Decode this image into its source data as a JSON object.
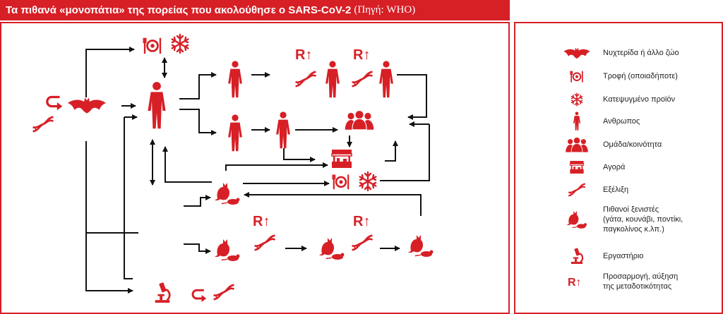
{
  "title": {
    "main": "Τα πιθανά «μονοπάτια» της πορείας που ακολούθησε ο SARS-CoV-2",
    "source": "(Πηγή: WHO)"
  },
  "nodes": {
    "adaptation_mark": "R↑"
  },
  "legend": {
    "items": [
      {
        "icon": "bat-icon",
        "label": "Νυχτερίδα ή άλλο ζώο"
      },
      {
        "icon": "food-plate-icon",
        "label": "Τροφή (οποιαδήποτε)"
      },
      {
        "icon": "snowflake-icon",
        "label": "Κατεψυγμένο προϊόν"
      },
      {
        "icon": "human-icon",
        "label": "Ανθρωπος"
      },
      {
        "icon": "group-icon",
        "label": "Ομάδα/κοινότητα"
      },
      {
        "icon": "market-icon",
        "label": "Αγορά"
      },
      {
        "icon": "dna-icon",
        "label": "Εξέλιξη"
      },
      {
        "icon": "host-animals-icon",
        "label": "Πιθανοί ξενιστές",
        "sub": "(γάτα, κουνάβι, ποντίκι, παγκολίνος κ.λπ.)"
      },
      {
        "icon": "microscope-icon",
        "label": "Εργαστήριο"
      },
      {
        "icon": "adaptation-icon",
        "label": "Προσαρμογή, αύξηση",
        "sub2": "της μεταδοτικότητας"
      }
    ]
  },
  "colors": {
    "accent": "#d71f26",
    "arrow": "#111111",
    "text": "#222222"
  }
}
